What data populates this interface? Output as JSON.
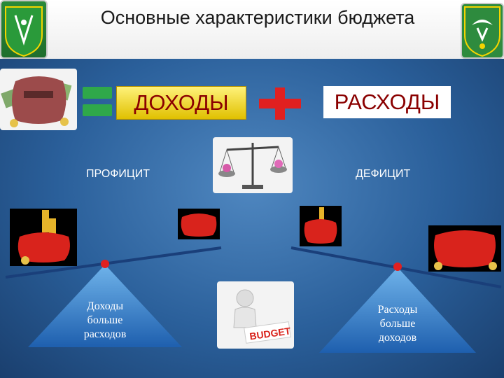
{
  "header": {
    "title": "Основные характеристики бюджета"
  },
  "equation": {
    "incomes": "ДОХОДЫ",
    "expenses": "РАСХОДЫ"
  },
  "labels": {
    "surplus": "ПРОФИЦИТ",
    "deficit": "ДЕФИЦИТ"
  },
  "triangles": {
    "left": [
      "Доходы",
      "больше",
      "расходов"
    ],
    "right": [
      "Расходы",
      "больше",
      "доходов"
    ]
  },
  "illustrations": {
    "budget_sign": "BUDGET"
  },
  "colors": {
    "accent_red": "#e02020",
    "text_red": "#8a0000",
    "yellow": "#f2d200",
    "blue_bg": "#2a5f9a"
  }
}
